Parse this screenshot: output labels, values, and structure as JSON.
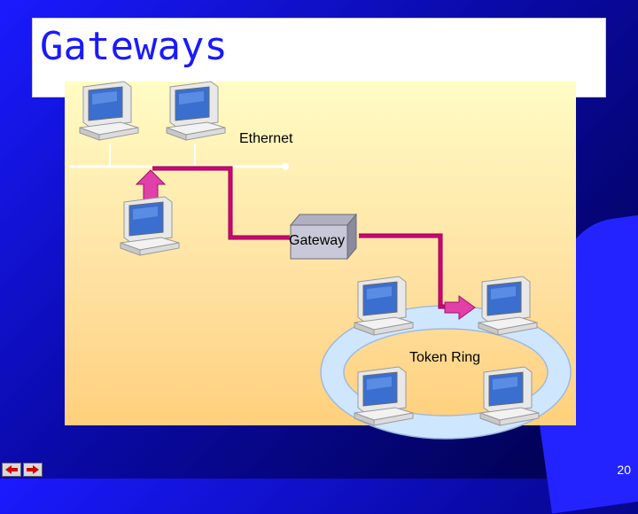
{
  "slide": {
    "title": "Gateways",
    "page_number": "20"
  },
  "diagram": {
    "ethernet_label": "Ethernet",
    "gateway_label": "Gateway",
    "token_ring_label": "Token Ring",
    "colors": {
      "title": "#1a1aff",
      "panel_top": "#fffcc4",
      "panel_bottom": "#ffd07c",
      "connection": "#d4007a",
      "arrow": "#e040a8",
      "ring": "#cfe6ff",
      "bus": "#ffffff"
    },
    "icons": [
      "computer-icon",
      "gateway-box-icon",
      "arrow-up-icon",
      "arrow-right-icon"
    ]
  },
  "nav": {
    "prev_icon": "prev-arrow-icon",
    "next_icon": "next-arrow-icon"
  }
}
